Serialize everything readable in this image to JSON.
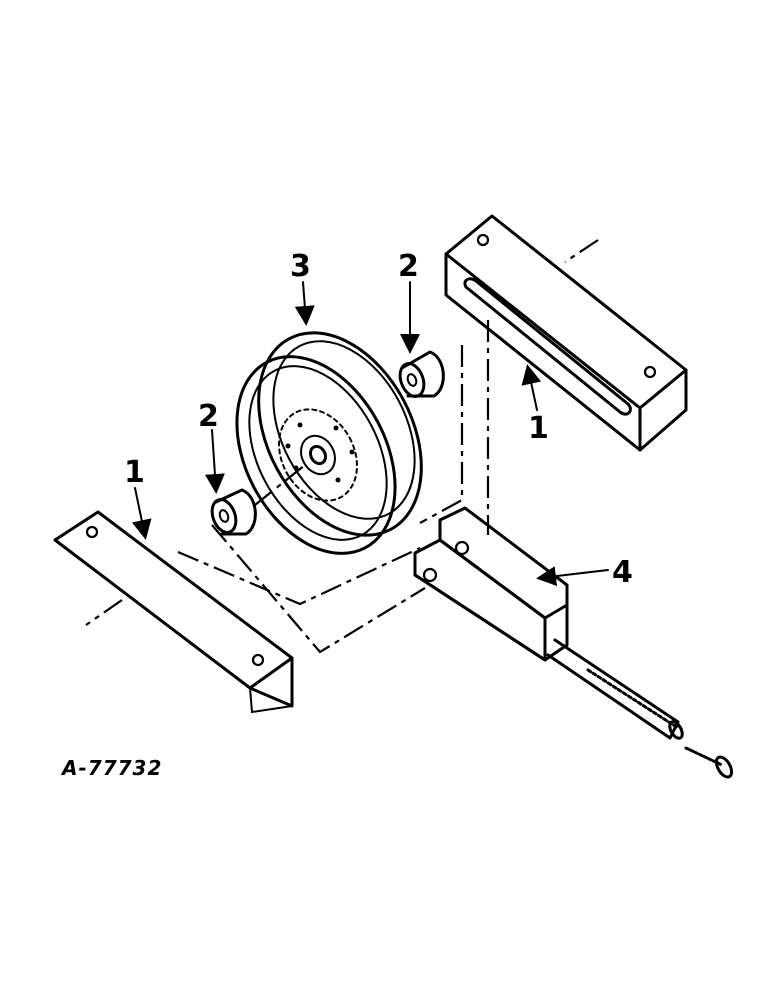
{
  "figure_id": "A-77732",
  "callouts": {
    "bracket_left": "1",
    "bracket_right": "1",
    "spacer_upper": "2",
    "spacer_lower": "2",
    "pulley": "3",
    "adjuster_bracket": "4"
  }
}
